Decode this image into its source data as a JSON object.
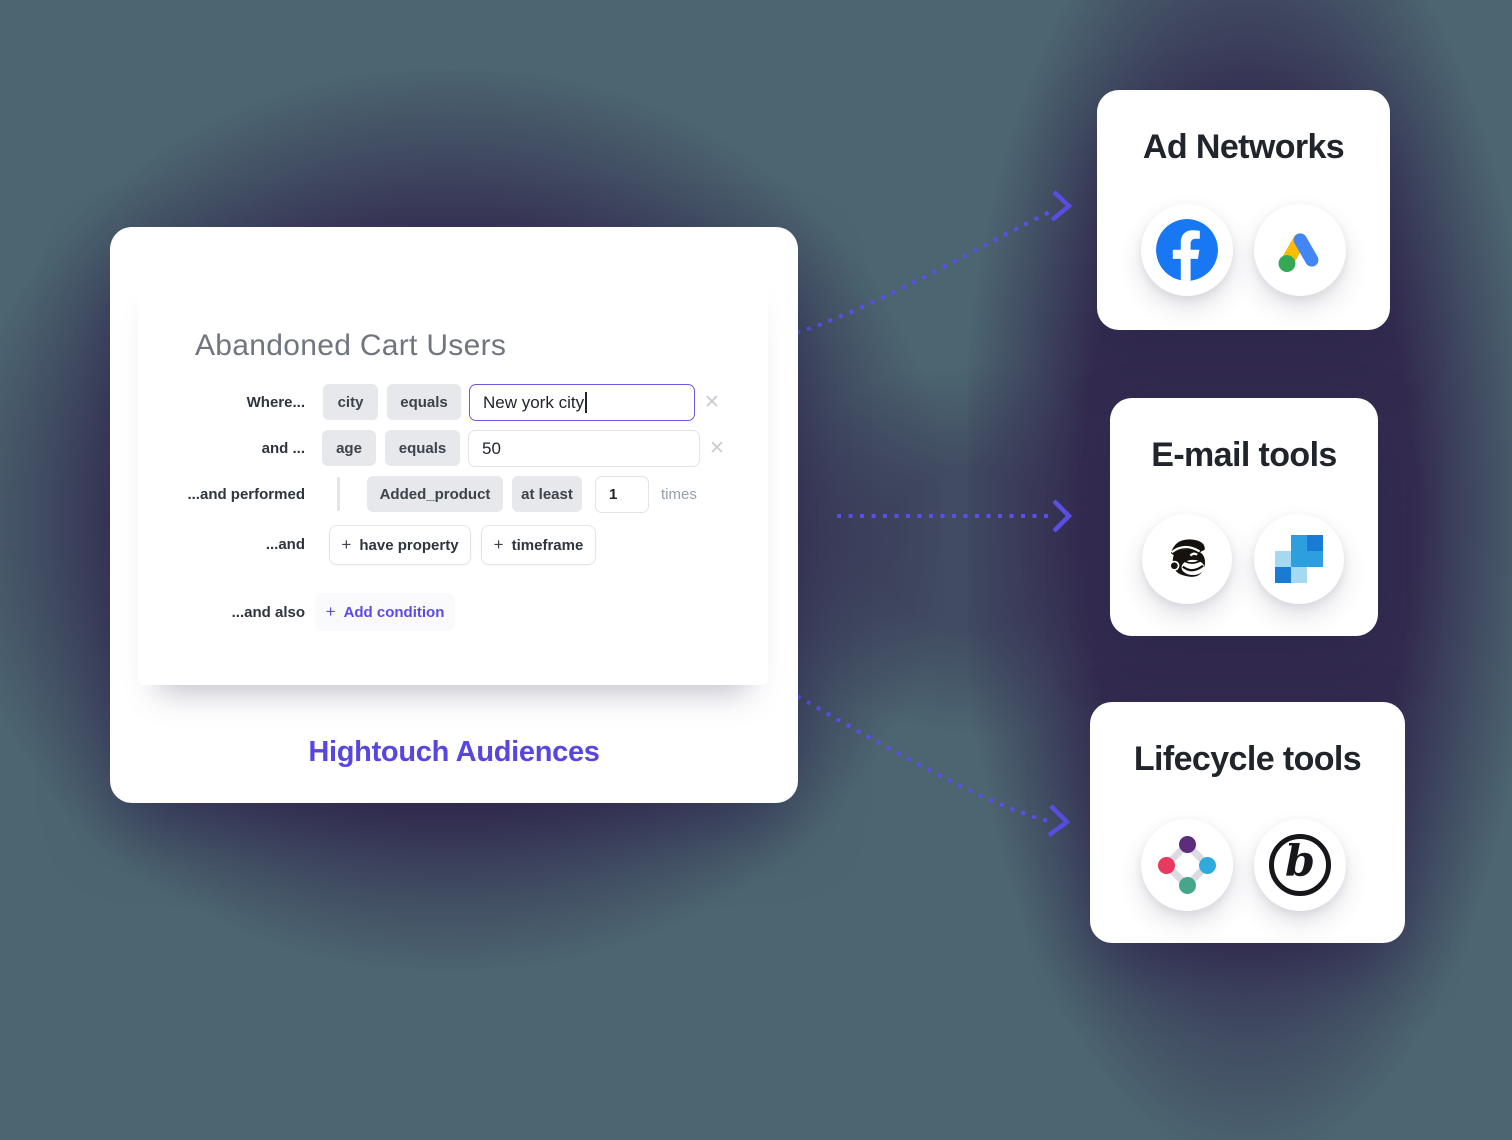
{
  "colors": {
    "background_teal": "#4C6671",
    "shadow_purple": "#332B4F",
    "accent_purple": "#5A4BE7",
    "caption_purple": "#5746E0",
    "card_white": "#FFFFFF",
    "builder_title_gray": "#70757E",
    "chip_bg": "#E7E8EC",
    "facebook_blue": "#1877F2",
    "google_yellow": "#FBBC04",
    "google_blue": "#4285F4",
    "google_green": "#34A853",
    "sendgrid_mid_blue": "#2E9FDE",
    "sendgrid_dark_blue": "#1A7BD4",
    "sendgrid_light_blue": "#A5D9F2",
    "iterable_purple": "#5D2C7B",
    "iterable_red": "#E8395E",
    "iterable_blue": "#2FAADC",
    "iterable_teal": "#45A68C",
    "braze_black": "#17171B"
  },
  "icons": {
    "close_glyph": "✕",
    "plus_glyph": "+",
    "braze_glyph": "b"
  },
  "audience_builder": {
    "title": "Abandoned Cart Users",
    "rows": {
      "where": {
        "label": "Where...",
        "field": "city",
        "operator": "equals",
        "value": "New york city"
      },
      "and_age": {
        "label": "and ...",
        "field": "age",
        "operator": "equals",
        "value": "50"
      },
      "performed": {
        "label": "...and performed",
        "event": "Added_product",
        "operator": "at least",
        "count": "1",
        "suffix": "times"
      },
      "and_buttons": {
        "label": "...and",
        "have_property": "have property",
        "timeframe": "timeframe"
      },
      "and_also": {
        "label": "...and also",
        "add_condition": "Add condition"
      }
    },
    "caption": "Hightouch Audiences"
  },
  "destination_cards": [
    {
      "title": "Ad Networks",
      "icons": [
        "facebook-icon",
        "google-ads-icon"
      ]
    },
    {
      "title": "E-mail tools",
      "icons": [
        "mailchimp-icon",
        "sendgrid-icon"
      ]
    },
    {
      "title": "Lifecycle tools",
      "icons": [
        "iterable-icon",
        "braze-icon"
      ]
    }
  ]
}
